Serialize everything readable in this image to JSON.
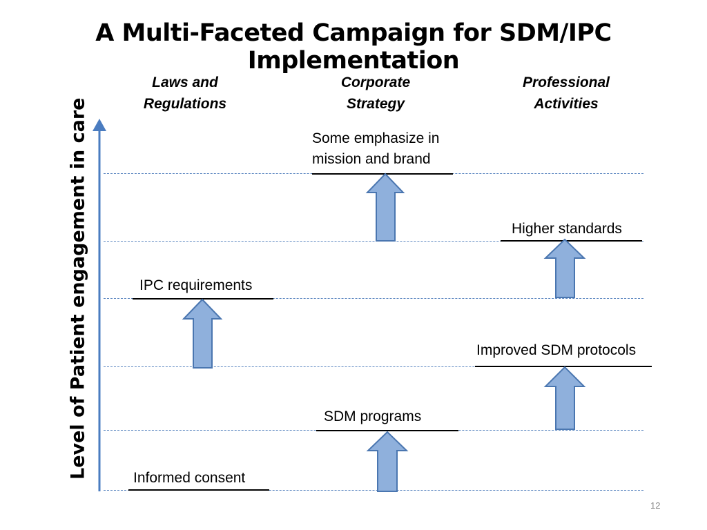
{
  "title": "A Multi-Faceted Campaign for SDM/IPC Implementation",
  "y_axis_label": "Level of Patient engagement in care",
  "columns": [
    {
      "line1": "Laws and",
      "line2": "Regulations"
    },
    {
      "line1": "Corporate",
      "line2": "Strategy"
    },
    {
      "line1": "Professional",
      "line2": "Activities"
    }
  ],
  "levels": {
    "informed_consent": "Informed consent",
    "ipc_requirements": "IPC requirements",
    "sdm_programs": "SDM programs",
    "mission_brand_line1": "Some emphasize in",
    "mission_brand_line2": "mission and brand",
    "improved_sdm_protocols": "Improved SDM protocols",
    "higher_standards": "Higher standards"
  },
  "page_number": "12",
  "colors": {
    "arrow_fill": "#8fb0dc",
    "arrow_stroke": "#4a76b0",
    "axis": "#4a7cc0",
    "dashed_line": "#5b86c0"
  }
}
